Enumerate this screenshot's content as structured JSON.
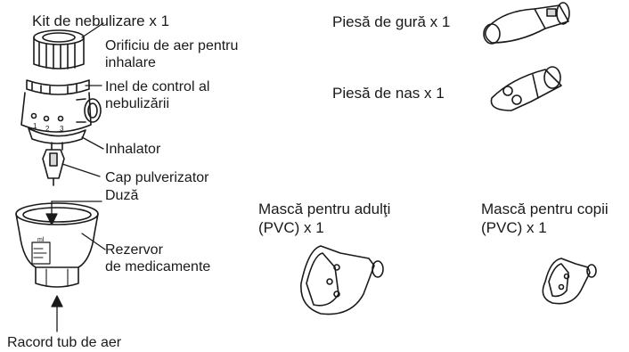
{
  "kit": {
    "title": "Kit de nebulizare x 1",
    "parts": {
      "air_inlet": "Orificiu de aer pentru\ninhalare",
      "control_ring": "Inel de control al\nnebulizării",
      "inhaler": "Inhalator",
      "spray_head": "Cap pulverizator",
      "nozzle": "Duză",
      "reservoir": "Rezervor\nde medicamente",
      "air_tube_connector": "Racord tub de aer"
    },
    "ring_numbers": [
      "1",
      "2",
      "3"
    ],
    "reservoir_unit": "ml"
  },
  "accessories": {
    "mouthpiece": "Piesă de gură x 1",
    "nosepiece": "Piesă de nas x 1",
    "adult_mask": "Mască pentru adulţi\n(PVC) x 1",
    "child_mask": "Mască pentru copii\n(PVC) x 1"
  },
  "colors": {
    "line": "#1a1a1a",
    "fill": "#ffffff",
    "shade": "#d9d9d9"
  }
}
